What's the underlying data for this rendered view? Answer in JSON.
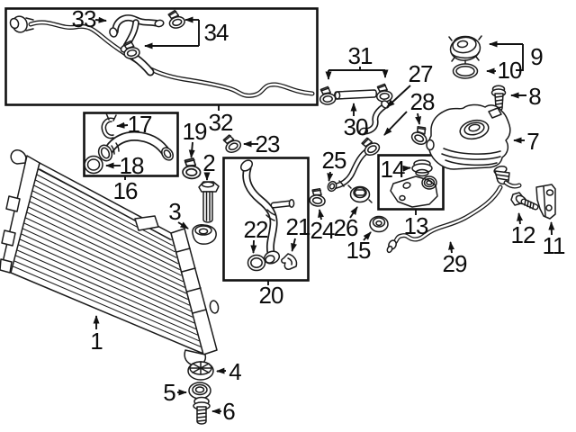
{
  "figure": {
    "kind": "exploded parts diagram",
    "background_color": "#ffffff",
    "line_color": "#1a1a1a"
  },
  "callouts": [
    {
      "label": "1"
    },
    {
      "label": "2"
    },
    {
      "label": "3"
    },
    {
      "label": "4"
    },
    {
      "label": "5"
    },
    {
      "label": "6"
    },
    {
      "label": "7"
    },
    {
      "label": "8"
    },
    {
      "label": "9"
    },
    {
      "label": "10"
    },
    {
      "label": "11"
    },
    {
      "label": "12"
    },
    {
      "label": "13"
    },
    {
      "label": "14"
    },
    {
      "label": "15"
    },
    {
      "label": "16"
    },
    {
      "label": "17"
    },
    {
      "label": "18"
    },
    {
      "label": "19"
    },
    {
      "label": "20"
    },
    {
      "label": "21"
    },
    {
      "label": "22"
    },
    {
      "label": "23"
    },
    {
      "label": "24"
    },
    {
      "label": "25"
    },
    {
      "label": "26"
    },
    {
      "label": "27"
    },
    {
      "label": "28"
    },
    {
      "label": "29"
    },
    {
      "label": "30"
    },
    {
      "label": "31"
    },
    {
      "label": "32"
    },
    {
      "label": "33"
    },
    {
      "label": "34"
    }
  ]
}
